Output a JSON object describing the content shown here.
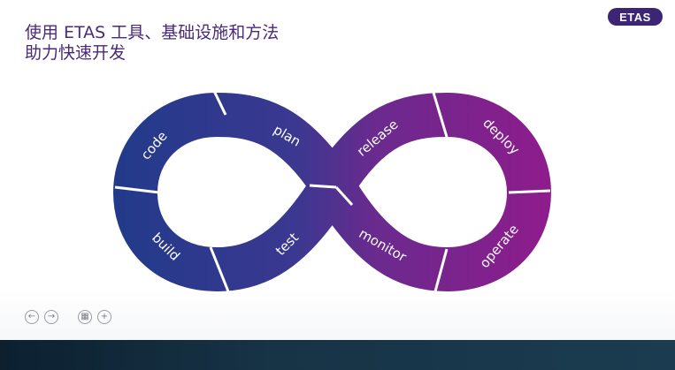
{
  "slide": {
    "title_line1": "使用 ETAS 工具、基础设施和方法",
    "title_line2": "助力快速开发",
    "logo_text": "ETAS"
  },
  "diagram": {
    "segments": [
      {
        "label": "code"
      },
      {
        "label": "plan"
      },
      {
        "label": "release"
      },
      {
        "label": "deploy"
      },
      {
        "label": "build"
      },
      {
        "label": "test"
      },
      {
        "label": "monitor"
      },
      {
        "label": "operate"
      }
    ],
    "colors": {
      "left_loop": "#263e8c",
      "right_loop": "#8a1d8c",
      "mid_blend": "#5a2c8e"
    }
  },
  "nav": {
    "prev_icon": "arrow-left-icon",
    "next_icon": "arrow-right-icon",
    "grid_icon": "slide-grid-icon",
    "zoom_icon": "zoom-in-icon"
  }
}
